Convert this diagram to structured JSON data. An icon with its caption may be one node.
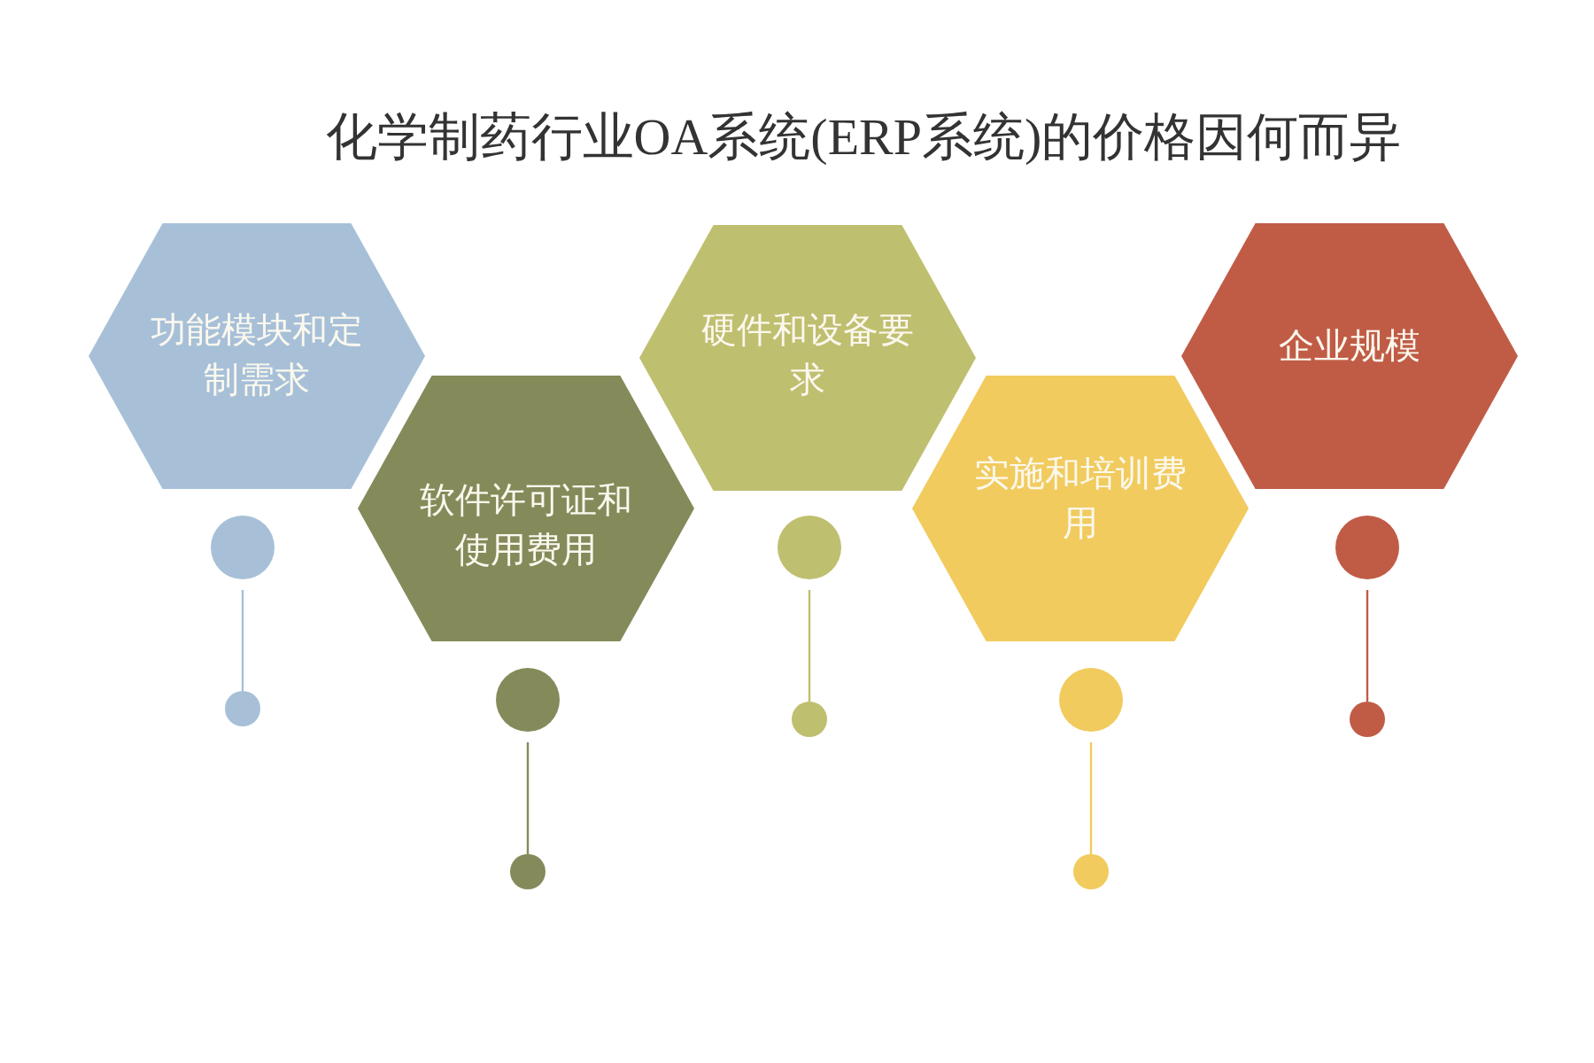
{
  "diagram": {
    "title": "化学制药行业OA系统(ERP系统)的价格因何而异",
    "nodes": [
      {
        "text": [
          "功能模块和定制需求"
        ]
      },
      {
        "text": [
          "软件许可证和使用费用"
        ]
      },
      {
        "text": [
          "硬件和设备要求"
        ]
      },
      {
        "text": [
          "实施和培训费用"
        ]
      },
      {
        "text": [
          "企业规模"
        ]
      },
      {
        "text": [],
        "shape": "circle"
      },
      {
        "text": [],
        "shape": "circle"
      },
      {
        "text": [],
        "shape": "circle"
      },
      {
        "text": [],
        "shape": "circle"
      },
      {
        "text": [],
        "shape": "circle"
      },
      {
        "text": [],
        "shape": "circle"
      },
      {
        "text": [],
        "shape": "circle"
      },
      {
        "text": [],
        "shape": "circle"
      },
      {
        "text": [],
        "shape": "circle"
      },
      {
        "text": [],
        "shape": "circle"
      }
    ],
    "edges": [
      {
        "from": 5,
        "to": 6,
        "arrow": "none",
        "color": "#a7c0d8"
      },
      {
        "from": 7,
        "to": 8,
        "arrow": "none",
        "color": "#858a5a"
      },
      {
        "from": 9,
        "to": 10,
        "arrow": "none",
        "color": "#bfbf70"
      },
      {
        "from": 11,
        "to": 12,
        "arrow": "none",
        "color": "#f1cb5e"
      },
      {
        "from": 13,
        "to": 14,
        "arrow": "none",
        "color": "#c05c46"
      }
    ]
  }
}
